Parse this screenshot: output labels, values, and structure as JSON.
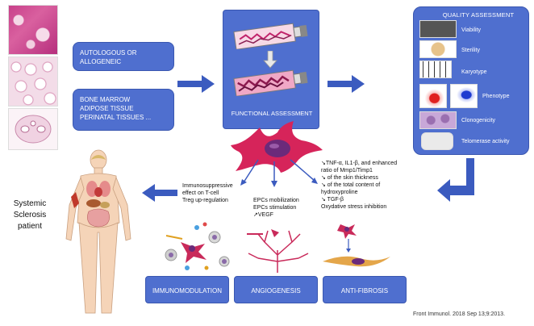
{
  "source": {
    "donor": {
      "line1": "AUTOLOGOUS OR",
      "line2": "ALLOGENEIC"
    },
    "tissues": {
      "line1": "BONE MARROW",
      "line2": "ADIPOSE TISSUE",
      "line3": "PERINATAL TISSUES ..."
    }
  },
  "functional_assessment": {
    "label": "FUNCTIONAL ASSESSMENT"
  },
  "quality_assessment": {
    "title": "QUALITY ASSESSMENT",
    "items": [
      "Viability",
      "Sterility",
      "Karyotype",
      "Phenotype",
      "Clonogenicity",
      "Telomerase activity"
    ]
  },
  "patient": {
    "line1": "Systemic",
    "line2": "Sclerosis",
    "line3": "patient"
  },
  "effects": {
    "immuno": {
      "line1": "Immunosuppressive",
      "line2": "effect on T-cell",
      "line3": "Treg up-regulation"
    },
    "angio": {
      "line1": "EPCs mobilization",
      "line2": "EPCs stimulation",
      "line3": "↗VEGF"
    },
    "fibro": {
      "line1": "↘TNF-α, IL1-β, and enhanced",
      "line2": "ratio of Mmp1/Timp1",
      "line3": "↘ of the skin thickness",
      "line4": "↘ of the total content of",
      "line5": "hydroxyproline",
      "line6": "↘ TGF-β",
      "line7": "Oxydative stress inhibition"
    }
  },
  "outcomes": [
    "IMMUNOMODULATION",
    "ANGIOGENESIS",
    "ANTI-FIBROSIS"
  ],
  "citation": "Front Immunol. 2018 Sep 13;9:2013.",
  "colors": {
    "box": "#4f6fcf",
    "arrow": "#3b5bbf",
    "cell": "#d6245a",
    "nucleus": "#6b2a7a"
  }
}
